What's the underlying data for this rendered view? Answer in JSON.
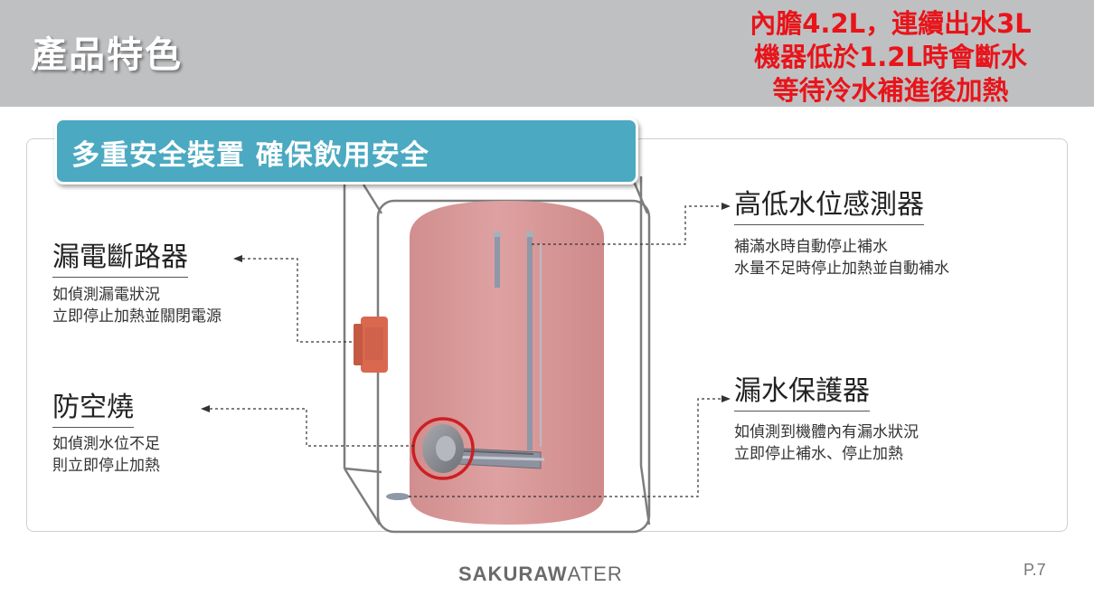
{
  "header": {
    "title": "產品特色",
    "note_lines": [
      "內膽4.2L，連續出水3L",
      "機器低於1.2L時會斷水",
      "等待冷水補進後加熱"
    ]
  },
  "banner": {
    "text": "多重安全裝置 確保飲用安全"
  },
  "features": {
    "leakage_breaker": {
      "title": "漏電斷路器",
      "desc": [
        "如偵測漏電狀況",
        "立即停止加熱並關閉電源"
      ]
    },
    "dry_burn": {
      "title": "防空燒",
      "desc": [
        "如偵測水位不足",
        "則立即停止加熱"
      ]
    },
    "level_sensor": {
      "title": "高低水位感測器",
      "desc": [
        "補滿水時自動停止補水",
        "水量不足時停止加熱並自動補水"
      ]
    },
    "leak_protector": {
      "title": "漏水保護器",
      "desc": [
        "如偵測到機體內有漏水狀況",
        "立即停止補水、停止加熱"
      ]
    }
  },
  "footer": {
    "logo_bold": "SAKURAW",
    "logo_rest": "ATER",
    "page": "P.7"
  },
  "colors": {
    "header_gray": "#bfc0c2",
    "banner_blue": "#4ba9c2",
    "note_red": "#e8141a",
    "tank_pink": "#d99797",
    "heater_orange": "#d9684f"
  }
}
